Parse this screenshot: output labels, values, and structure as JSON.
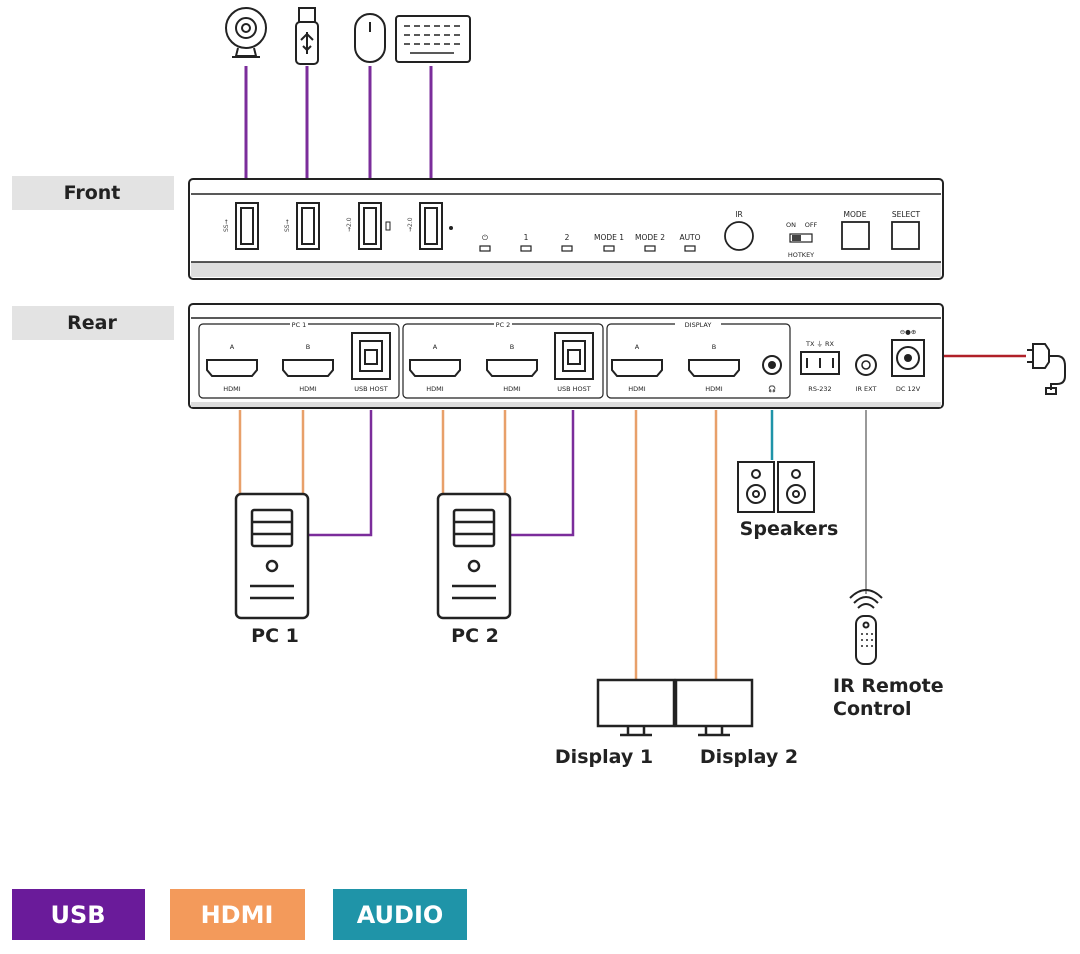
{
  "labels": {
    "front": "Front",
    "rear": "Rear"
  },
  "front_panel": {
    "indicators": [
      "⏻",
      "1",
      "2",
      "MODE 1",
      "MODE 2",
      "AUTO"
    ],
    "ir": "IR",
    "hotkey_on": "ON",
    "hotkey_off": "OFF",
    "hotkey": "HOTKEY",
    "mode": "MODE",
    "select": "SELECT"
  },
  "rear_panel": {
    "group_pc1": "PC 1",
    "group_pc2": "PC 2",
    "group_display": "DISPLAY",
    "port_a": "A",
    "port_b": "B",
    "hdmi": "HDMI",
    "usb_host": "USB HOST",
    "rs232_top": "TX ⏚ RX",
    "rs232": "RS-232",
    "ir_ext": "IR EXT",
    "dc": "DC 12V"
  },
  "devices": {
    "pc1": "PC 1",
    "pc2": "PC 2",
    "display1": "Display 1",
    "display2": "Display 2",
    "speakers": "Speakers",
    "ir_remote_line1": "IR Remote",
    "ir_remote_line2": "Control"
  },
  "legend": [
    {
      "label": "USB",
      "color": "#6a1b9a"
    },
    {
      "label": "HDMI",
      "color": "#f39a5b"
    },
    {
      "label": "AUDIO",
      "color": "#1f94a8"
    }
  ],
  "colors": {
    "usb": "#7b2d9b",
    "hdmi": "#e8a06a",
    "audio": "#1f94a8",
    "ir": "#999999",
    "power": "#b02028"
  },
  "icons": [
    "webcam-icon",
    "usb-drive-icon",
    "mouse-icon",
    "keyboard-icon",
    "pc-tower-icon",
    "monitor-icon",
    "speaker-icon",
    "remote-icon",
    "power-adapter-icon"
  ]
}
